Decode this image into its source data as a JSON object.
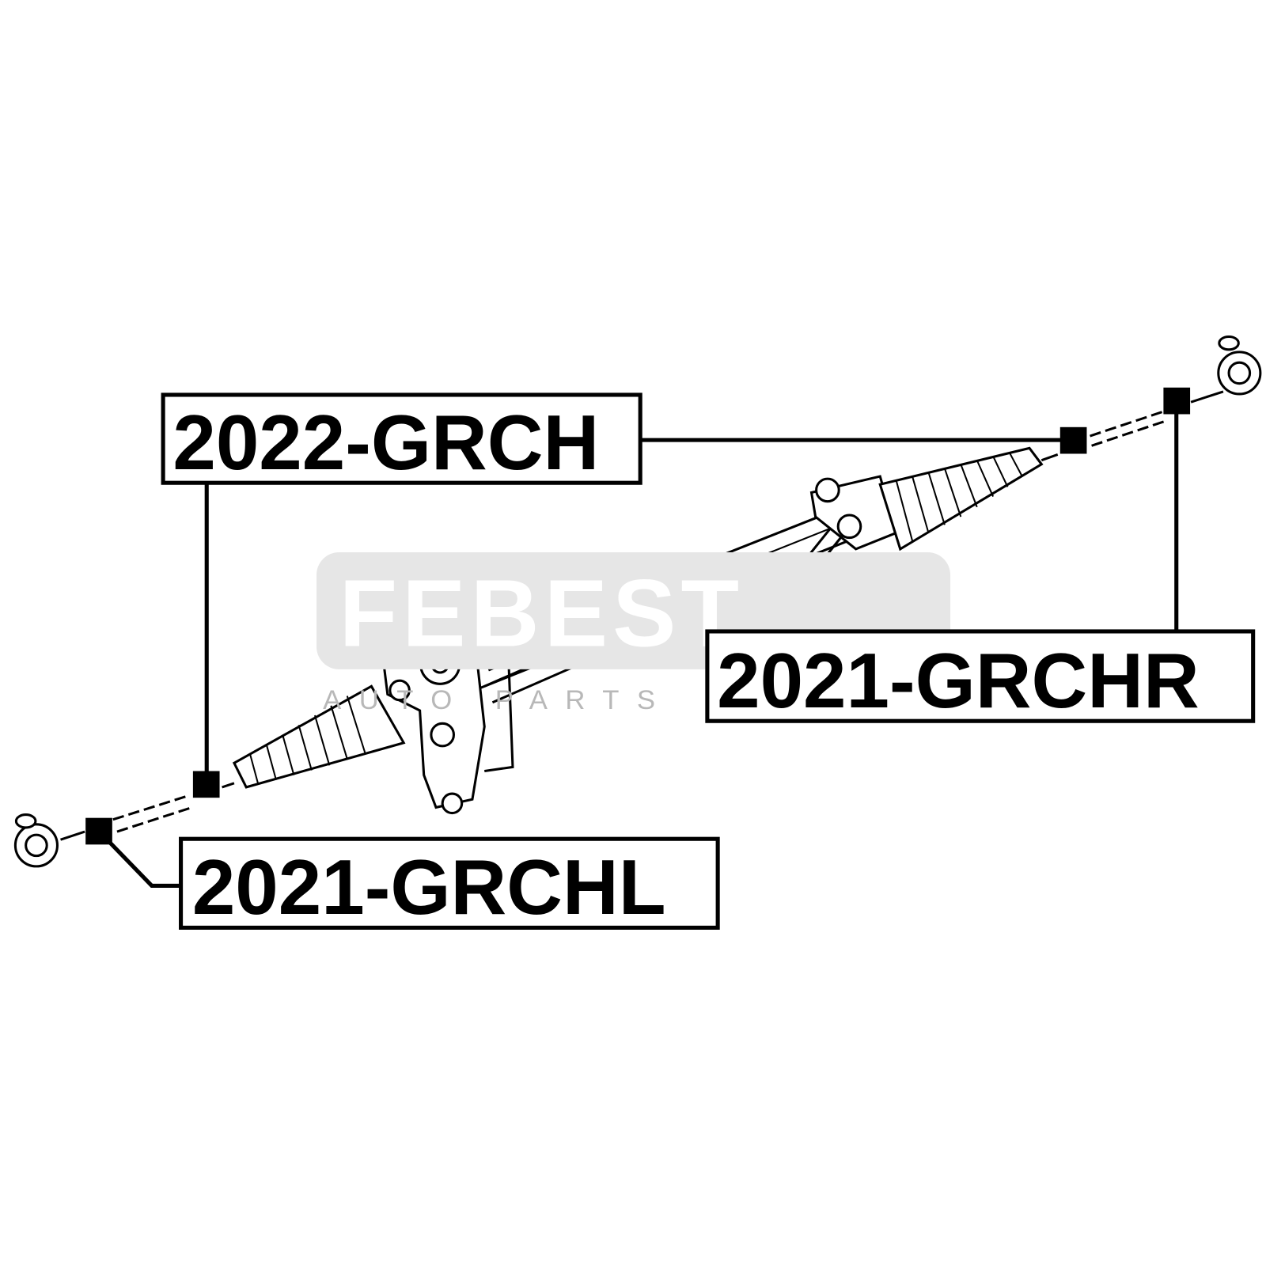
{
  "watermark": {
    "brand": "FEBEST",
    "tagline": "AUTO PARTS"
  },
  "callouts": [
    {
      "part_number": "2022-GRCH"
    },
    {
      "part_number": "2021-GRCHR"
    },
    {
      "part_number": "2021-GRCHL"
    }
  ]
}
